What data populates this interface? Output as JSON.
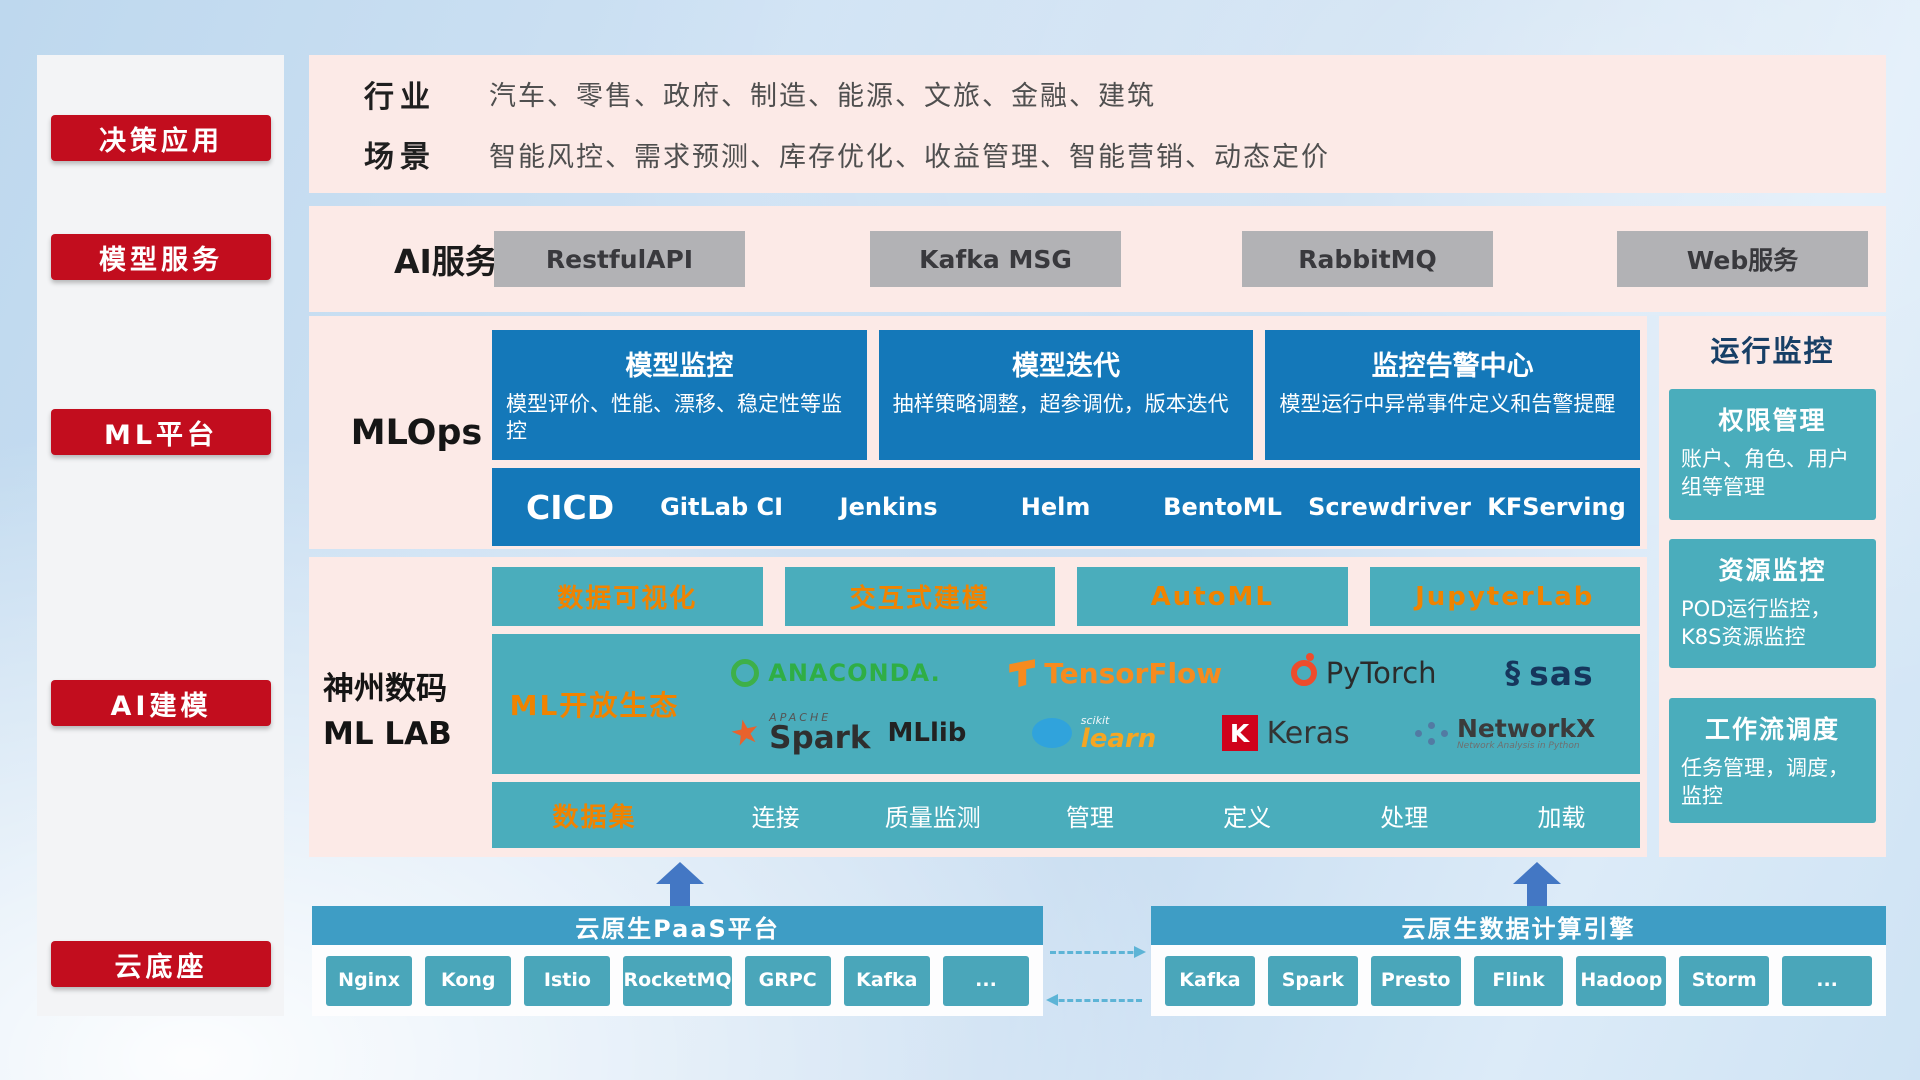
{
  "colors": {
    "red_accent": "#c20d1e",
    "pink_panel": "#fceae7",
    "blue_card": "#1478b9",
    "teal_block": "#4aadbc",
    "orange_accent": "#f08300",
    "gray_button": "#b2b2b5",
    "header_blue": "#3e9dc5",
    "navy_text": "#173f66"
  },
  "sidebar": {
    "items": [
      {
        "label": "决策应用"
      },
      {
        "label": "模型服务"
      },
      {
        "label": "ML平台"
      },
      {
        "label": "AI建模"
      },
      {
        "label": "云底座"
      }
    ]
  },
  "industry": {
    "row1_label": "行业",
    "row1_text": "汽车、零售、政府、制造、能源、文旅、金融、建筑",
    "row2_label": "场景",
    "row2_text": "智能风控、需求预测、库存优化、收益管理、智能营销、动态定价"
  },
  "ai_service": {
    "label": "AI服务",
    "buttons": [
      "RestfulAPI",
      "Kafka MSG",
      "RabbitMQ",
      "Web服务"
    ]
  },
  "mlops": {
    "label": "MLOps",
    "cards": [
      {
        "title": "模型监控",
        "desc": "模型评价、性能、漂移、稳定性等监控"
      },
      {
        "title": "模型迭代",
        "desc": "抽样策略调整，超参调优，版本迭代"
      },
      {
        "title": "监控告警中心",
        "desc": "模型运行中异常事件定义和告警提醒"
      }
    ],
    "cicd_title": "CICD",
    "cicd_items": [
      "GitLab CI",
      "Jenkins",
      "Helm",
      "BentoML",
      "Screwdriver",
      "KFServing"
    ]
  },
  "mllab": {
    "label_line1": "神州数码",
    "label_line2": "ML LAB",
    "tools": [
      "数据可视化",
      "交互式建模",
      "AutoML",
      "JupyterLab"
    ],
    "eco_label": "ML开放生态",
    "dataset_label": "数据集",
    "dataset_items": [
      "连接",
      "质量监测",
      "管理",
      "定义",
      "处理",
      "加载"
    ]
  },
  "logos": {
    "anaconda": "ANACONDA.",
    "tensorflow": "TensorFlow",
    "pytorch": "PyTorch",
    "sas_swirl": "§",
    "sas": "sas",
    "spark_apache": "APACHE",
    "spark_star": "★",
    "spark": "Spark",
    "mllib": "MLlib",
    "scikit_small": "scikit",
    "scikit_learn": "learn",
    "keras_k": "K",
    "keras": "Keras",
    "networkx": "NetworkX",
    "networkx_sub": "Network Analysis in Python"
  },
  "monitor": {
    "title": "运行监控",
    "cards": [
      {
        "title": "权限管理",
        "desc": "账户、角色、用户组等管理"
      },
      {
        "title": "资源监控",
        "desc": "POD运行监控，K8S资源监控"
      },
      {
        "title": "工作流调度",
        "desc": "任务管理，调度，监控"
      }
    ]
  },
  "cloud": {
    "paas_title": "云原生PaaS平台",
    "paas_items": [
      "Nginx",
      "Kong",
      "Istio",
      "RocketMQ",
      "GRPC",
      "Kafka",
      "..."
    ],
    "engine_title": "云原生数据计算引擎",
    "engine_items": [
      "Kafka",
      "Spark",
      "Presto",
      "Flink",
      "Hadoop",
      "Storm",
      "..."
    ]
  }
}
